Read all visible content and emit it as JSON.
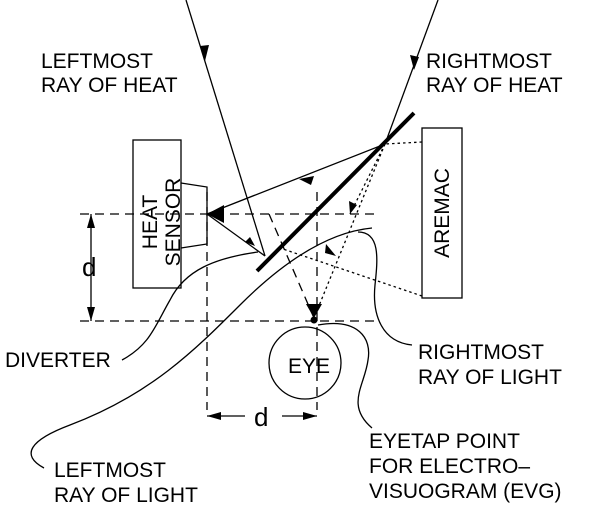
{
  "labels": {
    "leftmost_heat_1": "LEFTMOST",
    "leftmost_heat_2": "RAY OF HEAT",
    "rightmost_heat_1": "RIGHTMOST",
    "rightmost_heat_2": "RAY OF HEAT",
    "heat_sensor_1": "HEAT",
    "heat_sensor_2": "SENSOR",
    "aremac": "AREMAC",
    "d_vertical": "d",
    "d_horizontal": "d",
    "diverter": "DIVERTER",
    "eye": "EYE",
    "rightmost_light_1": "RIGHTMOST",
    "rightmost_light_2": "RAY OF LIGHT",
    "leftmost_light_1": "LEFTMOST",
    "leftmost_light_2": "RAY OF LIGHT",
    "eyetap_1": "EYETAP POINT",
    "eyetap_2": "FOR ELECTRO–",
    "eyetap_3": "VISUOGRAM (EVG)"
  }
}
